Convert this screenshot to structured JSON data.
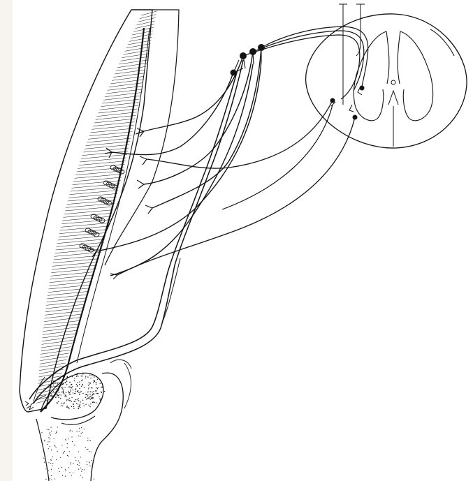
{
  "figure": {
    "background_color": "#ffffff",
    "frame_color": "#f7f4ef",
    "ink_color": "#141414",
    "elements": [
      "long-skeletal-muscle",
      "intrafusal-muscle-spindle",
      "tendon-organ",
      "knee-joint-with-capsule",
      "spinal-cord-cross-section",
      "dorsal-root-ganglion-cells",
      "afferent-nerve-fibers",
      "efferent-motor-fibers",
      "ascending-fiber-tract"
    ]
  }
}
